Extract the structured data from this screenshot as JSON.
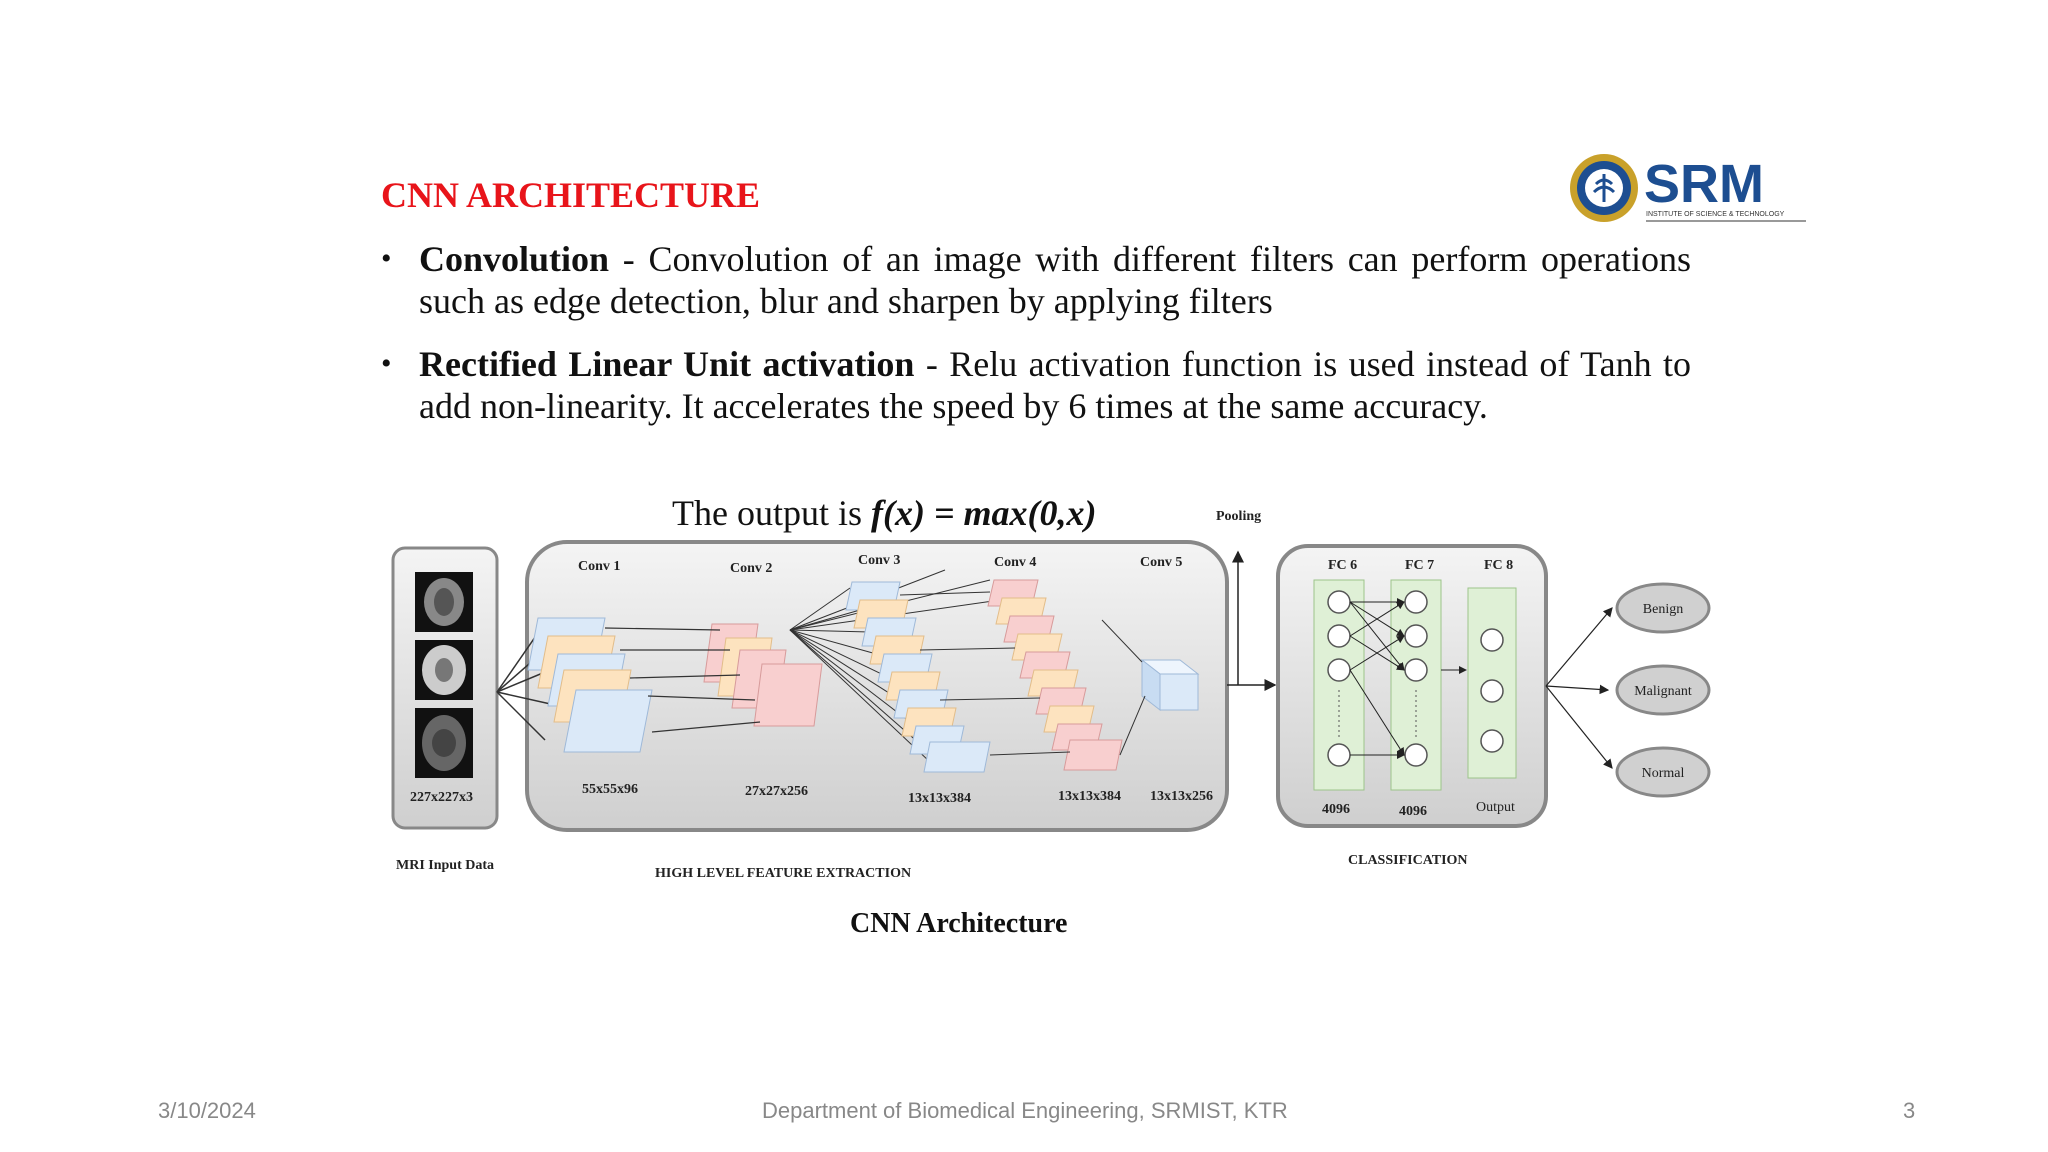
{
  "slide": {
    "title": "CNN ARCHITECTURE",
    "logo": {
      "name": "SRM",
      "subtitle": "INSTITUTE OF SCIENCE & TECHNOLOGY"
    },
    "bullets": [
      {
        "term": "Convolution",
        "text": " - Convolution of an image with different filters can perform operations such as edge detection, blur and sharpen by applying filters"
      },
      {
        "term": "Rectified Linear Unit activation",
        "text": " - Relu activation function is used instead of Tanh to add non-linearity. It accelerates the speed by 6 times at the same accuracy."
      }
    ],
    "formula": {
      "prefix": "The output is ",
      "expr": "f(x) = max(0,x)"
    },
    "caption": "CNN Architecture"
  },
  "diagram": {
    "input_dims": "227x227x3",
    "conv_layers": [
      {
        "name": "Conv 1",
        "dims": "55x55x96"
      },
      {
        "name": "Conv 2",
        "dims": "27x27x256"
      },
      {
        "name": "Conv 3",
        "dims": "13x13x384"
      },
      {
        "name": "Conv 4",
        "dims": "13x13x384"
      },
      {
        "name": "Conv 5",
        "dims": "13x13x256"
      }
    ],
    "pooling_label": "Pooling",
    "fc_layers": [
      {
        "name": "FC 6",
        "units": "4096"
      },
      {
        "name": "FC 7",
        "units": "4096"
      },
      {
        "name": "FC 8",
        "units": "Output"
      }
    ],
    "outputs": [
      "Benign",
      "Malignant",
      "Normal"
    ],
    "section_labels": {
      "input": "MRI Input Data",
      "features": "HIGH LEVEL FEATURE EXTRACTION",
      "classification": "CLASSIFICATION"
    },
    "colors": {
      "blue": "#dbe9f8",
      "peach": "#fde3bf",
      "pink": "#f8cfcf",
      "green": "#dff0d6"
    }
  },
  "footer": {
    "date": "3/10/2024",
    "department": "Department of Biomedical Engineering, SRMIST, KTR",
    "page": "3"
  }
}
